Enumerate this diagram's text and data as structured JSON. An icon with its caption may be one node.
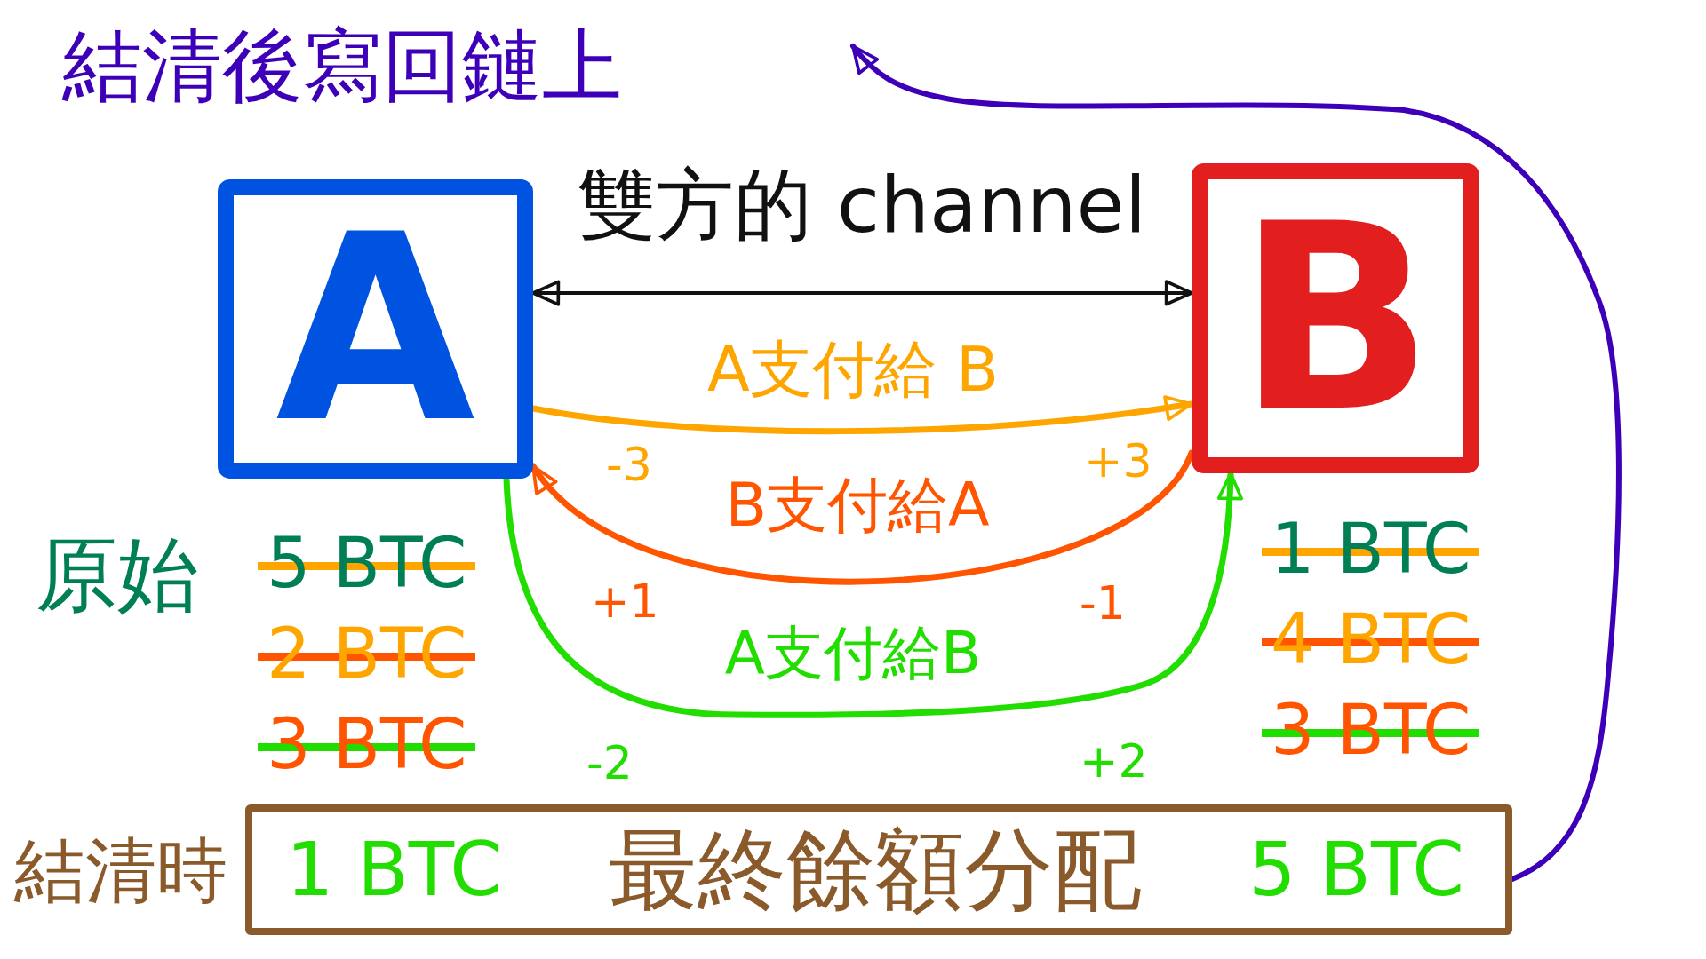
{
  "diagram": {
    "title": "結清後寫回鏈上",
    "nodes": [
      {
        "text": [
          "A"
        ]
      },
      {
        "text": [
          "B"
        ]
      },
      {
        "text": [
          "1 BTC",
          "最終餘額分配",
          "5 BTC"
        ],
        "beside": [
          "結清時"
        ]
      }
    ],
    "edges": [
      {
        "from": 0,
        "to": 1,
        "arrow": "both",
        "label": "雙方的 channel"
      },
      {
        "from": 0,
        "to": 1,
        "arrow": "to",
        "label": "A支付給 B",
        "color": "#ffa500"
      },
      {
        "from": 1,
        "to": 0,
        "arrow": "to",
        "label": "B支付給A",
        "color": "#ff5500"
      },
      {
        "from": 0,
        "to": 1,
        "arrow": "to",
        "label": "A支付給B",
        "color": "#22dd00"
      },
      {
        "from": 2,
        "to": null,
        "arrow": "to",
        "color": "#3d00b8"
      }
    ],
    "labels": [
      "-3",
      "+3",
      "原始",
      "5 BTC",
      "1 BTC",
      "+1",
      "-1",
      "2 BTC",
      "4 BTC",
      "3 BTC",
      "3 BTC",
      "-2",
      "+2"
    ]
  }
}
